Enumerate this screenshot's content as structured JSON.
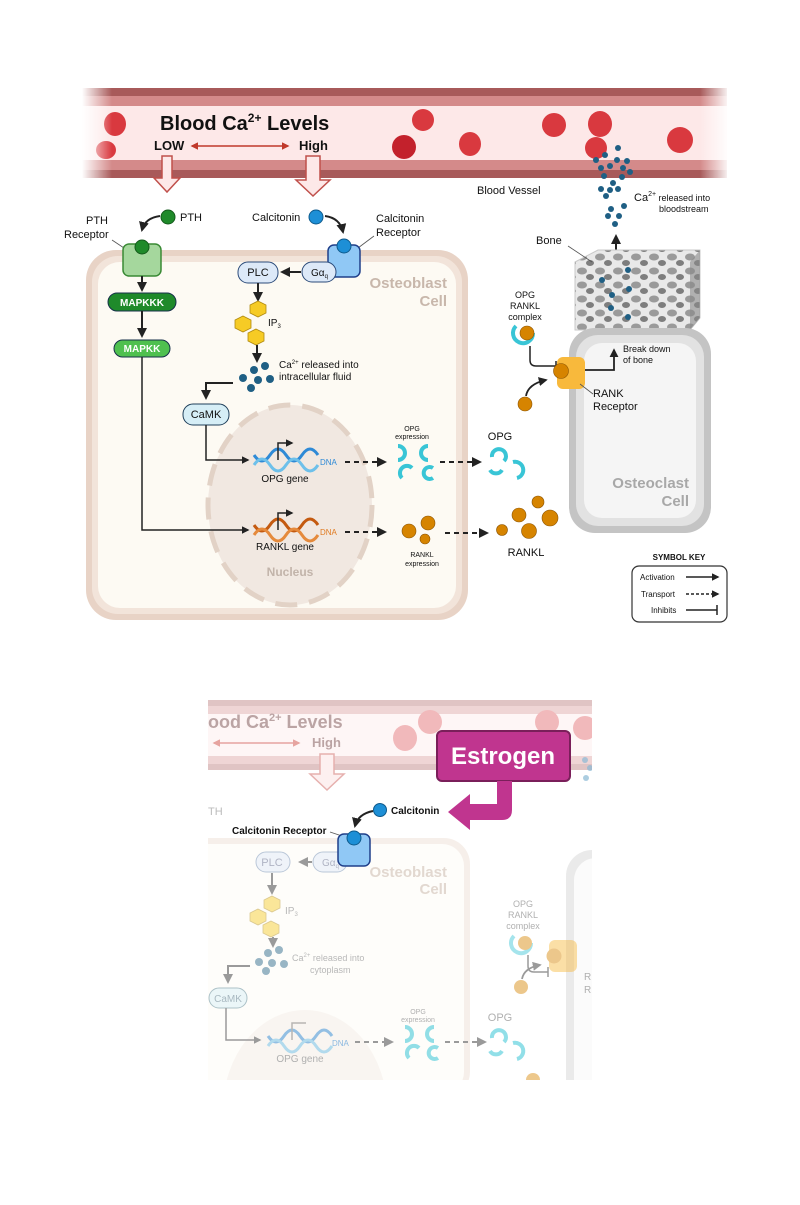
{
  "colors": {
    "vessel_wall": "#a85a5a",
    "vessel_mid": "#d48a8a",
    "vessel_lumen": "#fde8e8",
    "rbc": "#d9393f",
    "osteoblast_border": "#e8d3c6",
    "osteoblast_fill": "#fdfaf3",
    "osteoclast_border": "#bdbdbd",
    "osteoclast_fill": "#f4f4f4",
    "pth_green_dark": "#1f8a2a",
    "pth_green_light": "#4fc04f",
    "calcitonin_blue": "#1d8fd6",
    "receptor_blue": "#90c8f5",
    "ip3_yellow": "#f6cb25",
    "ca_dot": "#1f5f84",
    "opg_cyan": "#39c5d6",
    "rankl_orange": "#d68400",
    "rank_receptor": "#f8b93c",
    "estrogen": "#c0358f"
  },
  "top_panel": {
    "vessel": {
      "title": "Blood Ca",
      "title_sup": "2+",
      "title_suffix": " Levels",
      "low_label": "LOW",
      "high_label": "High",
      "vessel_label": "Blood Vessel"
    },
    "ca_release": {
      "prefix": "Ca",
      "sup": "2+",
      "line1": " released into",
      "line2": "bloodstream"
    },
    "bone_label": "Bone",
    "pth": {
      "ligand_label": "PTH",
      "receptor_label_1": "PTH",
      "receptor_label_2": "Receptor",
      "mapkkk": "MAPKKK",
      "mapkk": "MAPKK"
    },
    "calcitonin": {
      "ligand_label": "Calcitonin",
      "receptor_label_1": "Calcitonin",
      "receptor_label_2": "Receptor",
      "gaq": "Gα",
      "gaq_sub": "q",
      "plc": "PLC",
      "ip3": "IP",
      "ip3_sub": "3",
      "ca_prefix": "Ca",
      "ca_sup": "2+",
      "ca_line1": " released into",
      "ca_line2": "intracellular fluid",
      "camk": "CaMK"
    },
    "osteoblast": {
      "line1": "Osteoblast",
      "line2": "Cell"
    },
    "nucleus": {
      "label": "Nucleus",
      "opg_gene": "OPG gene",
      "rankl_gene": "RANKL gene",
      "dna": "DNA"
    },
    "opg_expression": {
      "line1": "OPG",
      "line2": "expression"
    },
    "rankl_expression": {
      "line1": "RANKL",
      "line2": "expression"
    },
    "opg_label": "OPG",
    "rankl_label": "RANKL",
    "complex": {
      "line1": "OPG",
      "line2": "RANKL",
      "line3": "complex"
    },
    "rank_receptor": {
      "line1": "RANK",
      "line2": "Receptor"
    },
    "breakdown": {
      "line1": "Break down",
      "line2": "of bone"
    },
    "osteoclast": {
      "line1": "Osteoclast",
      "line2": "Cell"
    },
    "symbol_key": {
      "title": "SYMBOL KEY",
      "items": [
        {
          "label": "Activation",
          "type": "solid"
        },
        {
          "label": "Transport",
          "type": "dashed"
        },
        {
          "label": "Inhibits",
          "type": "inhibit"
        }
      ]
    }
  },
  "bottom_panel": {
    "vessel_title": "ood Ca",
    "vessel_sup": "2+",
    "vessel_suffix": " Levels",
    "high_label": "High",
    "pth_fragment": "TH",
    "estrogen_label": "Estrogen",
    "calcitonin_label": "Calcitonin",
    "calcitonin_receptor_label": "Calcitonin Receptor",
    "plc": "PLC",
    "gaq": "Gα",
    "gaq_sub": "q",
    "osteoblast_line1": "Osteoblast",
    "osteoblast_line2": "Cell",
    "ip3": "IP",
    "ip3_sub": "3",
    "ca_prefix": "Ca",
    "ca_sup": "2+",
    "ca_line1": " released into",
    "ca_line2": "cytoplasm",
    "camk": "CaMK",
    "opg_gene": "OPG gene",
    "dna": "DNA",
    "opg_expression_line1": "OPG",
    "opg_expression_line2": "expression",
    "opg_label": "OPG",
    "complex_line1": "OPG",
    "complex_line2": "RANKL",
    "complex_line3": "complex",
    "rank_fragment_1": "R",
    "rank_fragment_2": "R"
  }
}
